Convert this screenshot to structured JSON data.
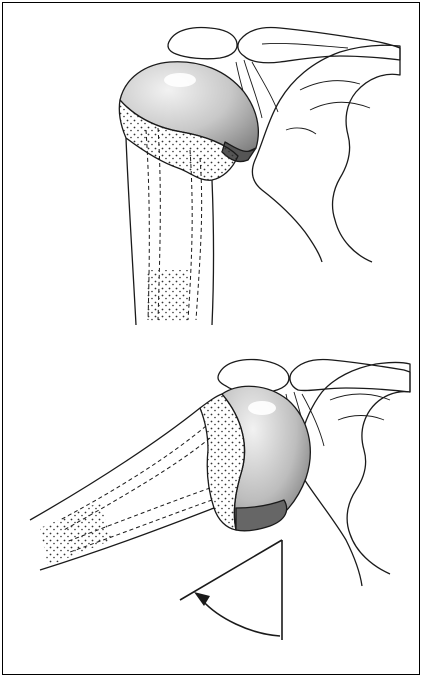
{
  "figure": {
    "panels": [
      {
        "id": "top",
        "view": "shoulder-adducted"
      },
      {
        "id": "bottom",
        "view": "shoulder-abducted"
      }
    ],
    "colors": {
      "outline": "#1a1a1a",
      "stipple": "#444444",
      "humeral_head_light": "#e8e8e8",
      "humeral_head_mid": "#b8b8b8",
      "humeral_head_dark": "#6e6e6e",
      "bone_fill": "#ffffff"
    },
    "icons": [
      "curved-arrow-icon",
      "angle-wedge-icon"
    ]
  }
}
